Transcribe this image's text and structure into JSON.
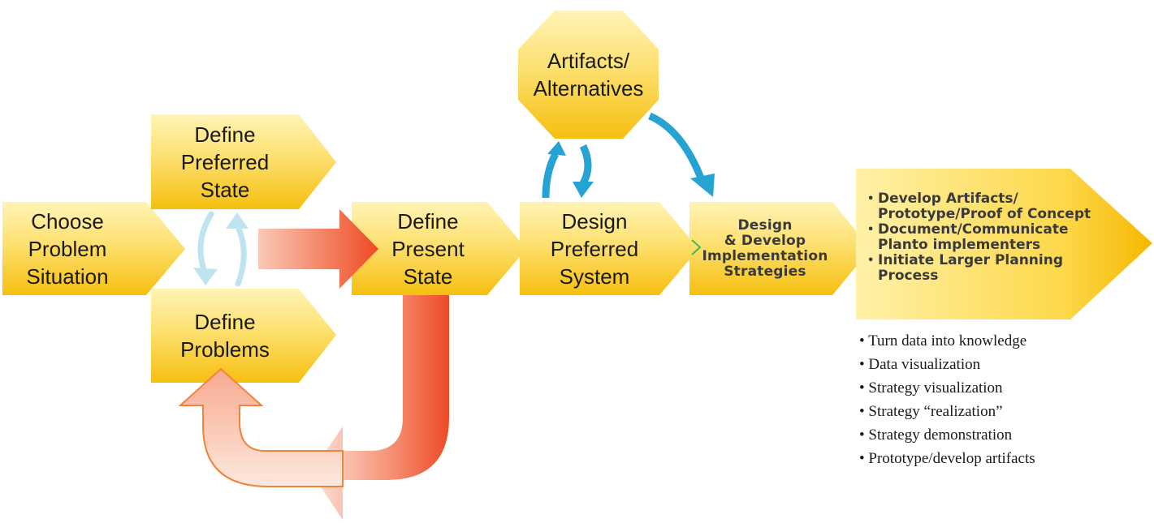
{
  "nodes": {
    "choose_problem": "Choose\nProblem\nSituation",
    "define_preferred": "Define\nPreferred\nState",
    "define_problems": "Define\nProblems",
    "define_present": "Define\nPresent\nState",
    "design_preferred": "Design\nPreferred\nSystem",
    "artifacts": "Artifacts/\nAlternatives",
    "design_develop": "Design\n& Develop\nImplementation\nStrategies"
  },
  "outcomes": [
    "Develop Artifacts/\nPrototype/Proof of Concept",
    "Document/Communicate\nPlanto implementers",
    "Initiate Larger Planning\nProcess"
  ],
  "notes": [
    "Turn data into knowledge",
    "Data visualization",
    "Strategy visualization",
    "Strategy “realization”",
    "Strategy demonstration",
    "Prototype/develop artifacts"
  ],
  "colors": {
    "box_light": "#fff3b0",
    "box_mid": "#fcd43c",
    "box_dark": "#f2b200",
    "red_arrow": "#f0542c",
    "red_arrow_light": "#fbd2c4",
    "blue_arrow": "#25a3d3"
  }
}
